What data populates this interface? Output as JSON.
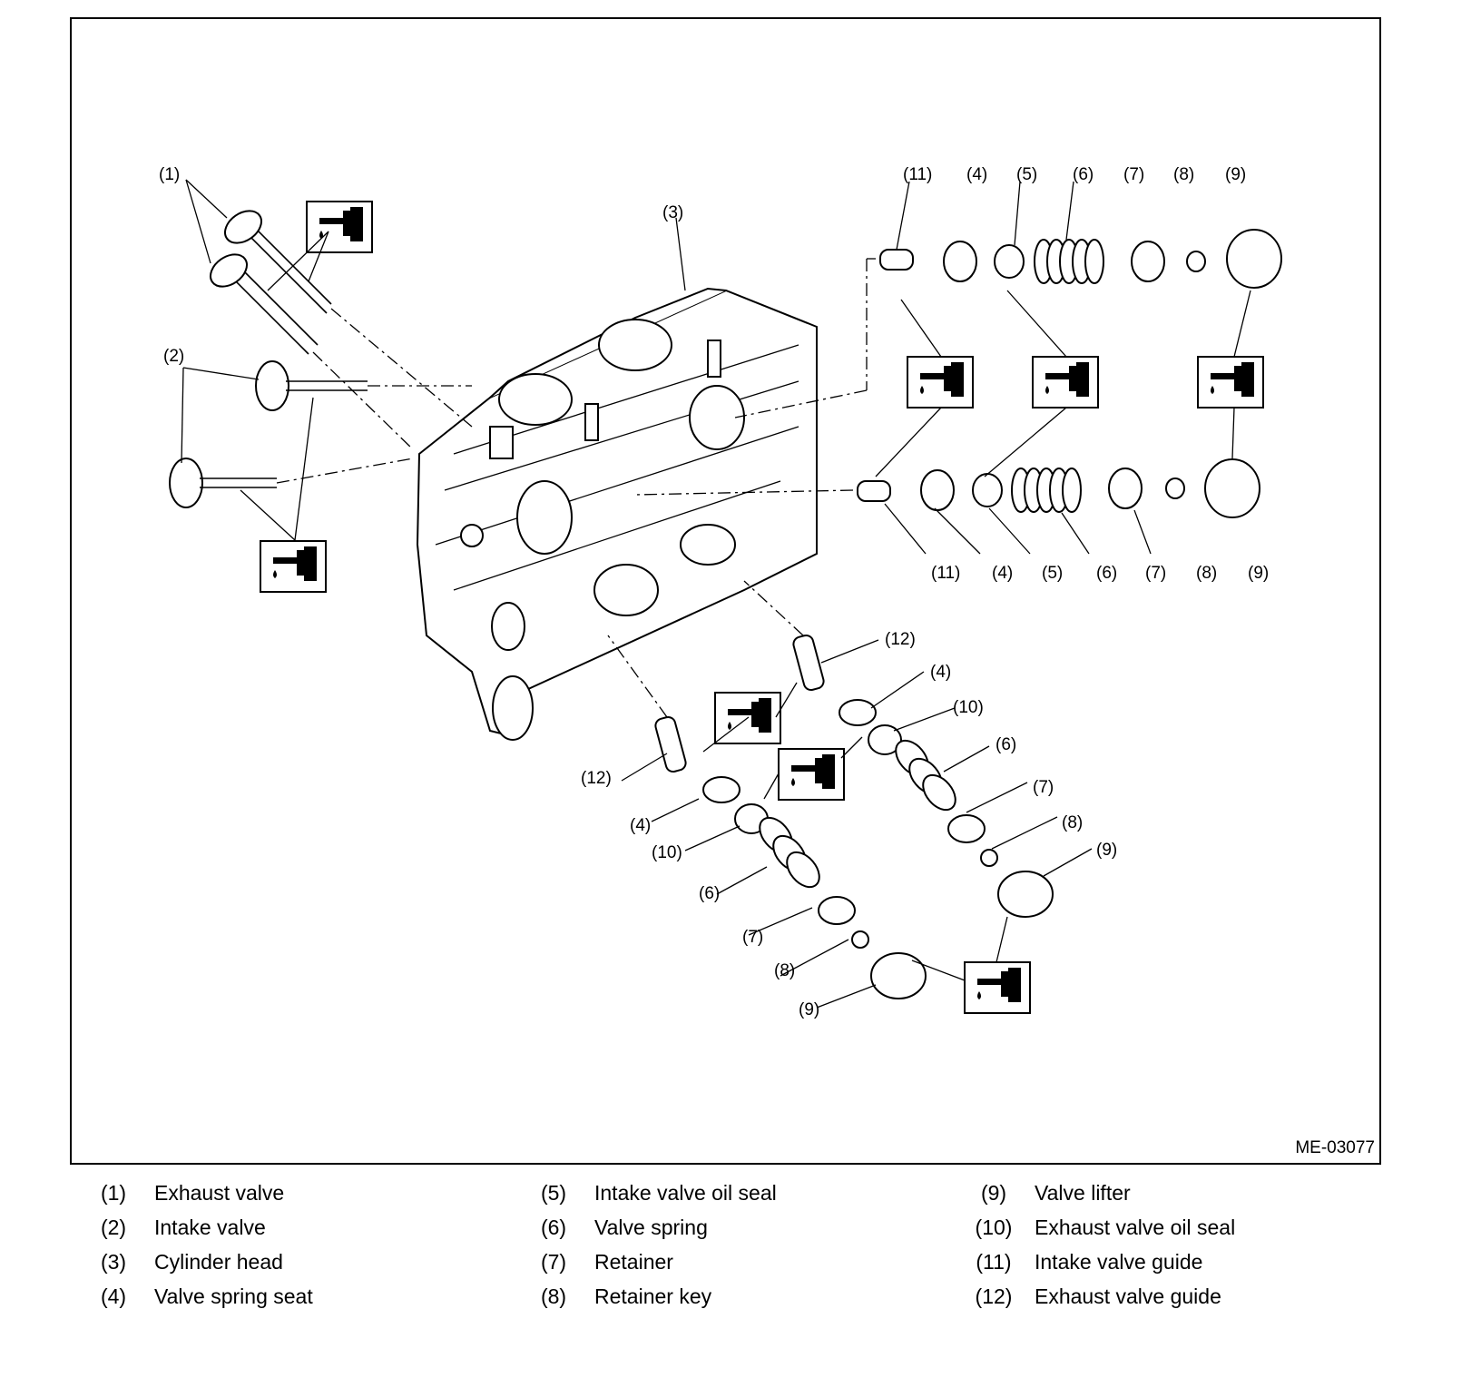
{
  "figure_code": "ME-03077",
  "callouts": {
    "c1": "(1)",
    "c2": "(2)",
    "c3": "(3)",
    "c4": "(4)",
    "c5": "(5)",
    "c6": "(6)",
    "c7": "(7)",
    "c8": "(8)",
    "c9": "(9)",
    "c10": "(10)",
    "c11": "(11)",
    "c12": "(12)"
  },
  "legend": [
    {
      "num": "(1)",
      "text": "Exhaust valve"
    },
    {
      "num": "(2)",
      "text": "Intake valve"
    },
    {
      "num": "(3)",
      "text": "Cylinder head"
    },
    {
      "num": "(4)",
      "text": "Valve spring seat"
    },
    {
      "num": "(5)",
      "text": "Intake valve oil seal"
    },
    {
      "num": "(6)",
      "text": "Valve spring"
    },
    {
      "num": "(7)",
      "text": "Retainer"
    },
    {
      "num": "(8)",
      "text": "Retainer key"
    },
    {
      "num": "(9)",
      "text": "Valve lifter"
    },
    {
      "num": "(10)",
      "text": "Exhaust valve oil seal"
    },
    {
      "num": "(11)",
      "text": "Intake valve guide"
    },
    {
      "num": "(12)",
      "text": "Exhaust valve guide"
    }
  ],
  "icons": {
    "oil_symbol": "engine-oil-icon"
  }
}
